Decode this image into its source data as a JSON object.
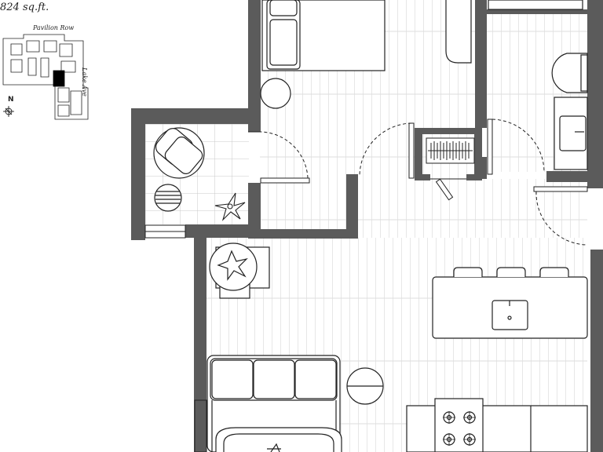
{
  "unit": {
    "area": "824 sq.ft."
  },
  "key_plan": {
    "street_top": "Pavilion Row",
    "street_side": "Lake Ave",
    "north_label": "N"
  },
  "colors": {
    "wall": "#5b5b5b",
    "line": "#222222",
    "floor_plank": "#dddddd",
    "highlight": "#000000",
    "background": "#ffffff"
  }
}
